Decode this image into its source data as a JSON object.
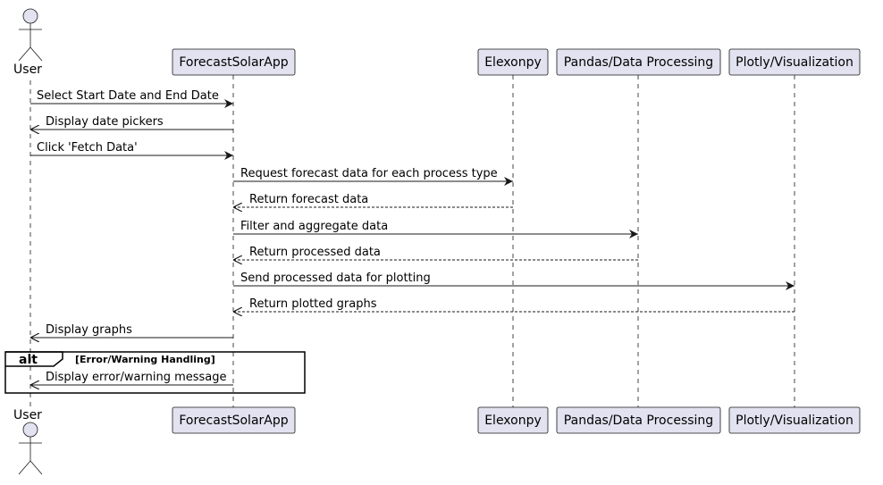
{
  "participants": [
    {
      "id": "user",
      "name": "User",
      "kind": "actor"
    },
    {
      "id": "app",
      "name": "ForecastSolarApp",
      "kind": "box"
    },
    {
      "id": "elexon",
      "name": "Elexonpy",
      "kind": "box"
    },
    {
      "id": "pandas",
      "name": "Pandas/Data Processing",
      "kind": "box"
    },
    {
      "id": "plotly",
      "name": "Plotly/Visualization",
      "kind": "box"
    }
  ],
  "messages": [
    {
      "from": "user",
      "to": "app",
      "text": "Select Start Date and End Date",
      "style": "solid"
    },
    {
      "from": "app",
      "to": "user",
      "text": "Display date pickers",
      "style": "solid"
    },
    {
      "from": "user",
      "to": "app",
      "text": "Click 'Fetch Data'",
      "style": "solid"
    },
    {
      "from": "app",
      "to": "elexon",
      "text": "Request forecast data for each process type",
      "style": "solid"
    },
    {
      "from": "elexon",
      "to": "app",
      "text": "Return forecast data",
      "style": "dashed"
    },
    {
      "from": "app",
      "to": "pandas",
      "text": "Filter and aggregate data",
      "style": "solid"
    },
    {
      "from": "pandas",
      "to": "app",
      "text": "Return processed data",
      "style": "dashed"
    },
    {
      "from": "app",
      "to": "plotly",
      "text": "Send processed data for plotting",
      "style": "solid"
    },
    {
      "from": "plotly",
      "to": "app",
      "text": "Return plotted graphs",
      "style": "dashed"
    },
    {
      "from": "app",
      "to": "user",
      "text": "Display graphs",
      "style": "solid"
    },
    {
      "from": "app",
      "to": "user",
      "text": "Display error/warning message",
      "style": "solid"
    }
  ],
  "fragment": {
    "keyword": "alt",
    "condition": "[Error/Warning Handling]"
  },
  "colors": {
    "box_fill": "#e2e2f0",
    "box_stroke": "#181818",
    "lifeline": "#181818",
    "arrow": "#181818"
  }
}
